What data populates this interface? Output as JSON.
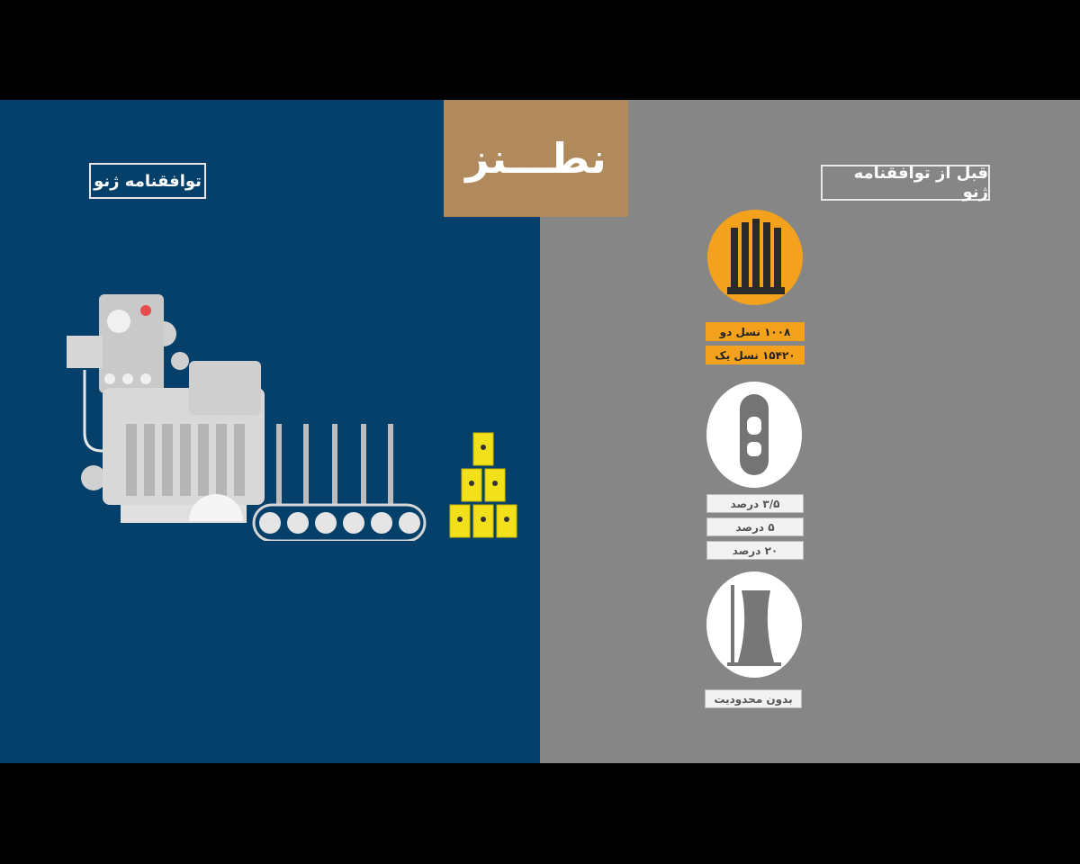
{
  "title": "نطـــنز",
  "left_label": "توافقنامه ژنو",
  "right_label": "قبل از توافقنامه ژنو",
  "centrifuge_tags": [
    "۱۰۰۸ نسل دو",
    "۱۵۴۲۰ نسل یک"
  ],
  "enrichment_tags": [
    "۳/۵ درصد",
    "۵ درصد",
    "۲۰ درصد"
  ],
  "reactor_tag": "بدون محدودیت",
  "colors": {
    "left_bg": "#05406a",
    "right_bg": "#868686",
    "title_bg": "#b08a5c",
    "accent_orange": "#f4a11d",
    "uranium_yellow": "#f2e01a"
  },
  "icons": [
    "centrifuge-cascade-icon",
    "fuel-pellet-icon",
    "cooling-tower-icon",
    "enrichment-machine-illustration",
    "conveyor-belt-icon",
    "uranium-barrel-stack-icon"
  ]
}
